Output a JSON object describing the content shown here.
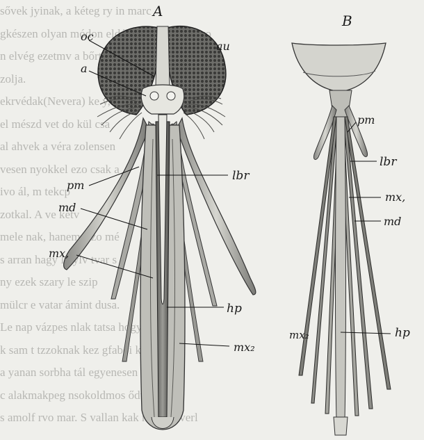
{
  "figure": {
    "panel_a_title": "A",
    "panel_b_title": "B",
    "panel_a_labels": {
      "oc": "oc",
      "au": "au",
      "a": "a",
      "lbr": "lbr",
      "pm": "pm",
      "md": "md",
      "mx1": "mx,",
      "hp": "hp",
      "mx2": "mx₂"
    },
    "panel_b_labels": {
      "pm": "pm",
      "lbr": "lbr",
      "mx": "mx,",
      "md": "md",
      "mx2": "mx₂",
      "hp": "hp"
    }
  },
  "background_text": [
    "sővek  jyinak,  a kéteg  ry in marc",
    "gkészen olyan módon eldák be, mint az orvo",
    "n  elvég  ezetmv  a bőrt, s",
    "zolja.",
    "ekrvédak(Nevera)  ke  y,  s  a  s",
    "el  mészd  vet  do  kül  csa",
    "al  ahvek  a  véra  zolensen",
    "vesen  nyokkel  ezo  csak a",
    "ivo  ál,  m  tekcp",
    "zotkal.  A  ve  kétv",
    "mele  nak,  hanem  s  zo  mé",
    "s  arran  hagy  ly  ylv  tvar  s",
    "ny  ezek  szary  le  szip",
    "mülcr  e  vatar  ámint  dusa.",
    "Le  nap  vázpes  nlak  tatsa  hogy a",
    "k  sam  t  tzzoknak  kez  gfabói  ki",
    "a  yanan  sorbha  tál  egyenesen",
    "c  alakmakpeg  nsokoldmos  ődulmaz",
    "s  amolf  rvo  mar. S  vallan  kak  nem  Koverl"
  ]
}
